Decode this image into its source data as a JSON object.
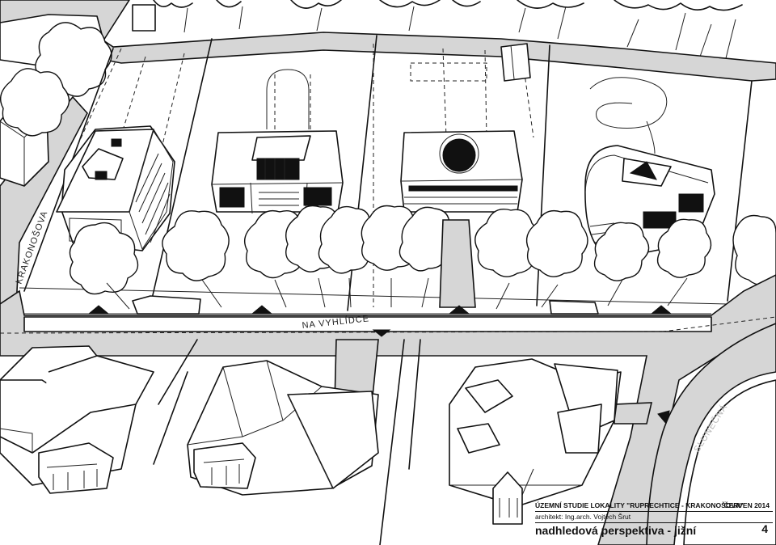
{
  "streets": {
    "main": "NA VYHLÍDCE",
    "left": "KRAKONOŠOVA",
    "right": "SLUNEČNÁ"
  },
  "title_block": {
    "project": "ÚZEMNÍ STUDIE LOKALITY \"RUPRECHTICE - KRAKONOŠOVA\"",
    "date": "ČERVEN 2014",
    "architect": "architekt: Ing.arch. Vojtěch Šrut",
    "view": "nadhledová perspektiva - jižní",
    "sheet": "4"
  },
  "colors": {
    "ink": "#111111",
    "road_fill": "#d6d6d6",
    "paper": "#ffffff"
  }
}
